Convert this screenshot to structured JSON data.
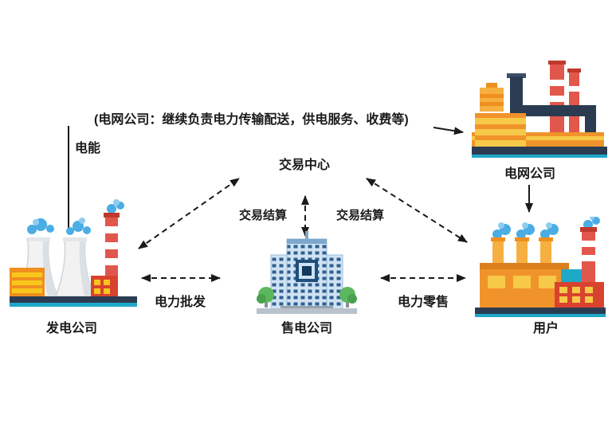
{
  "labels": {
    "top_note": "(电网公司：继续负责电力传输配送，供电服务、收费等)",
    "energy": "电能",
    "trading_center": "交易中心",
    "settlement_left": "交易结算",
    "settlement_right": "交易结算",
    "wholesale": "电力批发",
    "retail": "电力零售"
  },
  "nodes": {
    "generation": {
      "label": "发电公司"
    },
    "grid": {
      "label": "电网公司"
    },
    "seller": {
      "label": "售电公司"
    },
    "user": {
      "label": "用户"
    }
  },
  "colors": {
    "line": "#1a1a1a",
    "orange": "#f0932b",
    "yellow": "#f7c948",
    "red": "#e2574c",
    "dark_red": "#c0392b",
    "navy": "#2b3c52",
    "teal": "#1fa9c9",
    "smoke_blue": "#4aade4",
    "building_blue": "#cfe2f3",
    "window_blue": "#2f5f8f",
    "tree_green": "#5cb85c"
  }
}
